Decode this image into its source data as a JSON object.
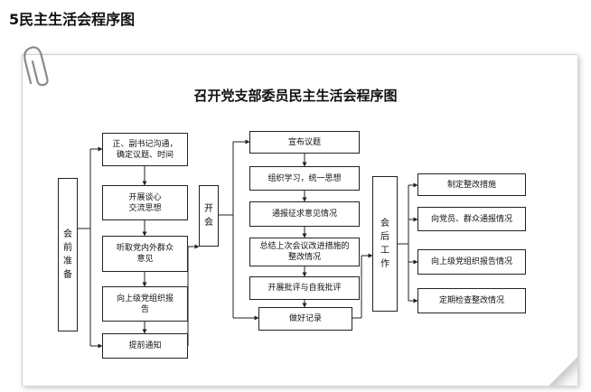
{
  "page_heading": "5民主生活会程序图",
  "diagram": {
    "title": "召开党支部委员民主生活会程序图",
    "stage_pre": "会前准备",
    "stage_meeting": "开会",
    "stage_post": "会后工作",
    "pre_steps": [
      "正、副书记沟通，\n确定议题、时间",
      "开展谈心\n交流思想",
      "听取党内外群众\n意见",
      "向上级党组织报\n告",
      "提前通知"
    ],
    "meeting_steps": [
      "宣布议题",
      "组织学习，统一思想",
      "通报征求意见情况",
      "总结上次会议改进措施的\n整改情况",
      "开展批评与自我批评",
      "做好记录"
    ],
    "post_steps": [
      "制定整改措施",
      "向党员、群众通报情况",
      "向上级党组织报告情况",
      "定期检查整改情况"
    ]
  }
}
